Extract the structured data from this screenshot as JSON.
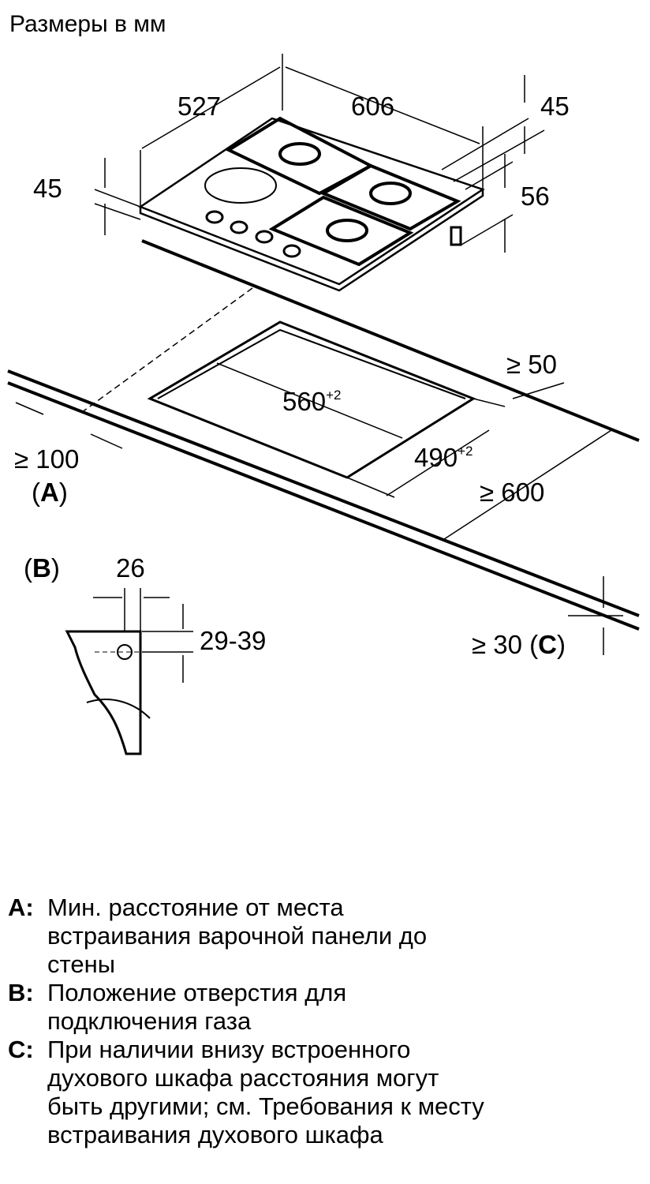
{
  "title": "Размеры в мм",
  "dimensions": {
    "depth": "527",
    "width": "606",
    "height_right": "45",
    "height_left": "45",
    "gas_offset": "56",
    "cutout_width": "560",
    "cutout_width_tol": "+2",
    "cutout_depth": "490",
    "cutout_depth_tol": "+2",
    "back_min": "≥ 50",
    "wall_min": "≥ 100",
    "front_min": "≥ 600",
    "below_min": "≥ 30",
    "gas_hole_x": "26",
    "gas_hole_y": "29-39"
  },
  "markers": {
    "a": "A",
    "b": "B",
    "c": "C"
  },
  "legend": [
    {
      "key": "A:",
      "lines": [
        "Мин. расстояние от места",
        "встраивания варочной панели до",
        "стены"
      ]
    },
    {
      "key": "B:",
      "lines": [
        "Положение отверстия для",
        "подключения газа"
      ]
    },
    {
      "key": "C:",
      "lines": [
        "При наличии внизу встроенного",
        "духового шкафа расстояния могут",
        "быть другими; см. Требования к месту",
        "встраивания духового шкафа"
      ]
    }
  ]
}
